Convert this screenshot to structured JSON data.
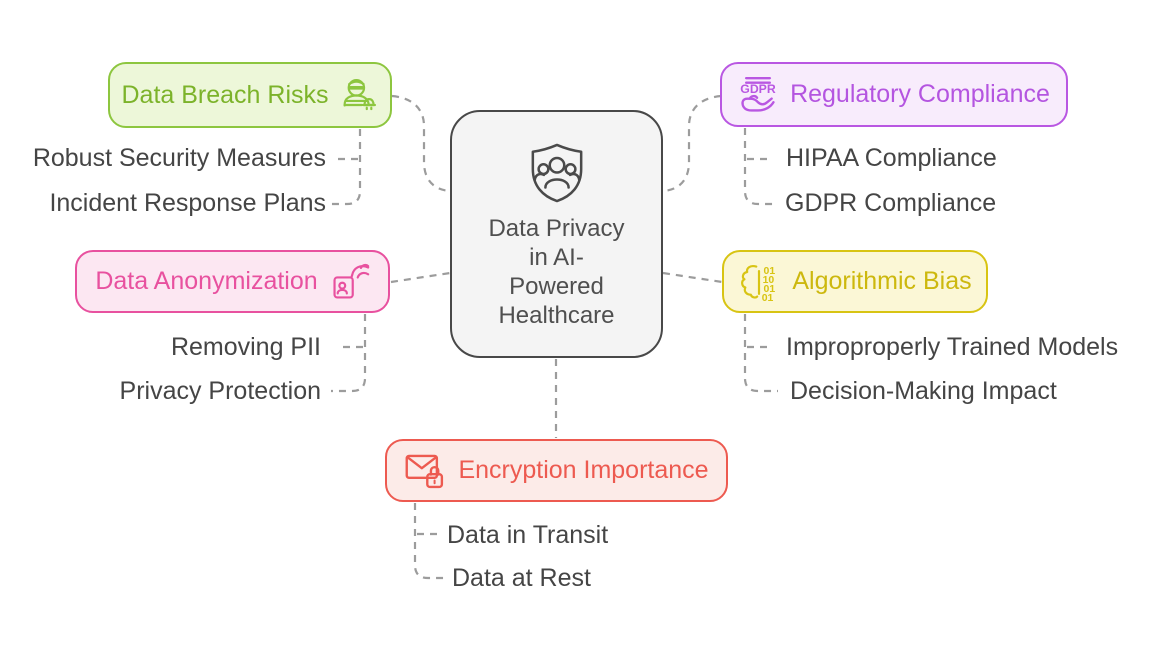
{
  "center": {
    "title": "Data Privacy in AI-Powered Healthcare",
    "title_lines": [
      "Data Privacy",
      "in AI-",
      "Powered",
      "Healthcare"
    ],
    "icon": "shield-group-icon"
  },
  "branches": [
    {
      "label": "Data Breach Risks",
      "icon": "burglar-alert-icon",
      "accent": "#8dc63f",
      "background": "#edf7d9",
      "children": [
        "Robust Security Measures",
        "Incident Response Plans"
      ]
    },
    {
      "label": "Regulatory Compliance",
      "icon": "gdpr-hand-icon",
      "accent": "#b957e2",
      "background": "#f8ecfc",
      "children": [
        "HIPAA Compliance",
        "GDPR Compliance"
      ]
    },
    {
      "label": "Data Anonymization",
      "icon": "hand-id-card-icon",
      "accent": "#e8519f",
      "background": "#fce7f2",
      "children": [
        "Removing PII",
        "Privacy Protection"
      ]
    },
    {
      "label": "Algorithmic Bias",
      "icon": "brain-binary-icon",
      "accent": "#d8c413",
      "background": "#fbf7d6",
      "children": [
        "Improproperly Trained Models",
        "Decision-Making Impact"
      ]
    },
    {
      "label": "Encryption Importance",
      "icon": "envelope-lock-icon",
      "accent": "#ed5a50",
      "background": "#fcebe8",
      "children": [
        "Data in Transit",
        "Data at Rest"
      ]
    }
  ],
  "icon_texts": {
    "gdpr_label": "GDPR",
    "binary_rows": [
      "01",
      "10",
      "01",
      "01"
    ]
  },
  "colors": {
    "connector": "#9c9c9c",
    "center_border": "#484848",
    "center_background": "#f4f4f4",
    "center_text": "#4f4f4f",
    "child_text": "#454545",
    "page_background": "#ffffff"
  }
}
